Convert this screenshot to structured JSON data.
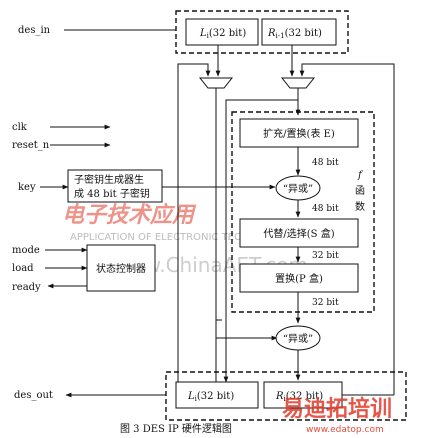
{
  "signals": {
    "des_in": "des_in",
    "clk": "clk",
    "reset_n": "reset_n",
    "key": "key",
    "mode": "mode",
    "load": "load",
    "ready": "ready",
    "des_out": "des_out"
  },
  "top_registers": {
    "left_main": "L",
    "left_sub": "i",
    "left_suffix": "(32 bit)",
    "right_main": "R",
    "right_sub": "i-1",
    "right_suffix": "(32 bit)"
  },
  "bottom_registers": {
    "left_main": "L",
    "left_sub": "i",
    "left_suffix": "(32 bit)",
    "right_main": "R",
    "right_sub": "i",
    "right_suffix": "(32 bit)"
  },
  "f_function": {
    "f_symbol": "f",
    "han": "函",
    "shu": "数",
    "expand": "扩充/置换(表 E)",
    "xor1": "“异或”",
    "substitute": "代替/选择(S 盒)",
    "permute": "置换(P 盒)",
    "bits_48_a": "48 bit",
    "bits_48_b": "48 bit",
    "bits_32_a": "32 bit",
    "bits_32_b": "32 bit"
  },
  "subkey_generator": {
    "line1": "子密钥生成器生",
    "line2": "成 48 bit 子密钥"
  },
  "state_controller": "状态控制器",
  "xor2": "“异或”",
  "caption": "图 3    DES  IP 硬件逻辑图",
  "watermarks": {
    "journal_cn": "电子技术应用",
    "journal_en": "APPLICATION OF ELECTRONIC TECHNIQUE",
    "site": "www.ChinaAET.com",
    "edatop_cn": "易迪拓培训",
    "edatop_url": "www.edatop.com"
  },
  "colors": {
    "stroke": "#111111",
    "watermark_red": "#e23a2a",
    "watermark_gray": "#bdbdbd"
  }
}
